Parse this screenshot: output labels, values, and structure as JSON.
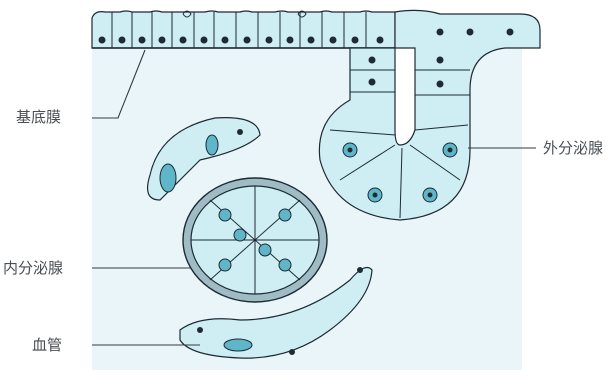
{
  "labels": {
    "basement_membrane": "基底膜",
    "exocrine_gland": "外分泌腺",
    "endocrine_gland": "内分泌腺",
    "blood_vessel": "血管"
  },
  "colors": {
    "tissue_background": "#eaf5fa",
    "cell_fill": "#cfeef3",
    "outline": "#1d2a33",
    "nucleus": "#1f2b33",
    "label_text": "#4a4f55"
  }
}
